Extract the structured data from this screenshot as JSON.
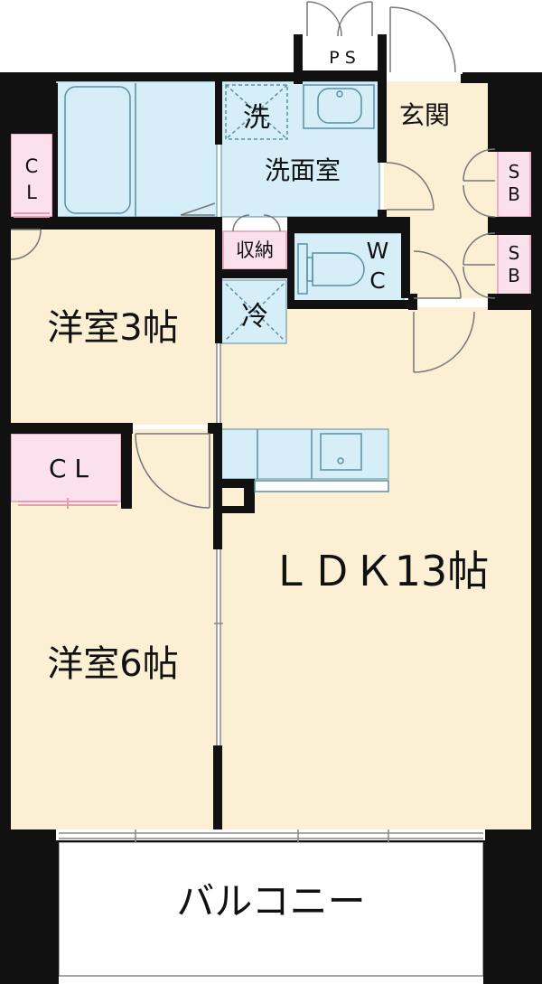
{
  "rooms": {
    "ps": "P S",
    "entrance": "玄関",
    "laundry": "洗",
    "washroom": "洗面室",
    "cl_top": "C\nL",
    "sb_1": "S\nB",
    "sb_2": "S\nB",
    "storage": "収納",
    "wc": "W\nC",
    "fridge": "冷",
    "western_3": "洋室3帖",
    "cl_middle": "C L",
    "ldk": "ＬＤＫ13帖",
    "western_6": "洋室6帖",
    "balcony": "バルコニー"
  },
  "colors": {
    "wall": "#111111",
    "wet_area": "#d6eef7",
    "room_floor": "#fbefd4",
    "closet": "#fbe1ec",
    "closet_line": "#e89ab6",
    "door_line": "#777777",
    "fixture_line": "#5a8fa5",
    "balcony": "#ffffff"
  }
}
